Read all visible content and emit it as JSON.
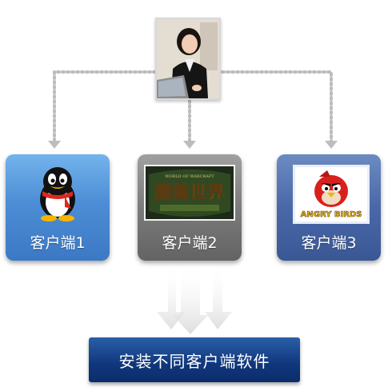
{
  "clients": [
    {
      "label": "客户端1",
      "logo": "qq-penguin-icon"
    },
    {
      "label": "客户端2",
      "logo": "world-of-warcraft-logo",
      "logo_text": "魔兽世界",
      "logo_subtext": "WORLD OF WARCRAFT"
    },
    {
      "label": "客户端3",
      "logo": "angry-birds-logo",
      "logo_text": "ANGRY BIRDS"
    }
  ],
  "user_photo": "user-photo",
  "result": {
    "label": "安装不同客户端软件"
  },
  "colors": {
    "card_1": "#4d8ed6",
    "card_2": "#7c7c7c",
    "card_3": "#4a68a8",
    "button": "#10377c",
    "connector": "#bdbdbd"
  }
}
